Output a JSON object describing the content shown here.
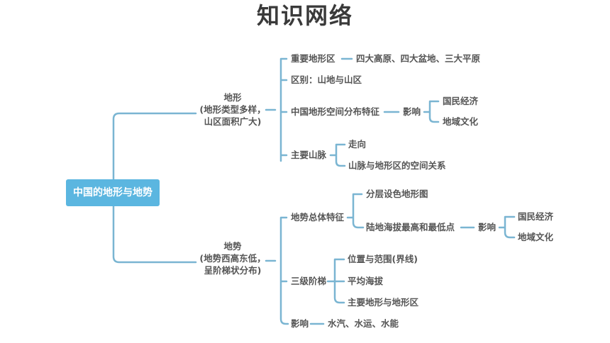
{
  "title": "知识网络",
  "root": "中国的地形与地势",
  "colors": {
    "line": "#7ab5d2",
    "root_bg": "#5bb6e0",
    "text": "#555555"
  },
  "branches": [
    {
      "label": [
        "地形",
        "(地形类型多样，",
        "山区面积广大)"
      ],
      "children": [
        {
          "label": "重要地形区",
          "leaf": "四大高原、四大盆地、三大平原"
        },
        {
          "label": "区别：山地与山区"
        },
        {
          "label": "中国地形空间分布特征",
          "mid": "影响",
          "leaves": [
            "国民经济",
            "地域文化"
          ]
        },
        {
          "label": "主要山脉",
          "leaves": [
            "走向",
            "山脉与地形区的空间关系"
          ]
        }
      ]
    },
    {
      "label": [
        "地势",
        "(地势西高东低，",
        "呈阶梯状分布)"
      ],
      "children": [
        {
          "label": "地势总体特征",
          "items": [
            "分层设色地形图",
            "陆地海拔最高和最低点"
          ],
          "mid": "影响",
          "leaves": [
            "国民经济",
            "地域文化"
          ]
        },
        {
          "label": "三级阶梯",
          "leaves": [
            "位置与范围(界线)",
            "平均海拔",
            "主要地形与地形区"
          ]
        },
        {
          "label": "影响",
          "leaf": "水汽、水运、水能"
        }
      ]
    }
  ]
}
